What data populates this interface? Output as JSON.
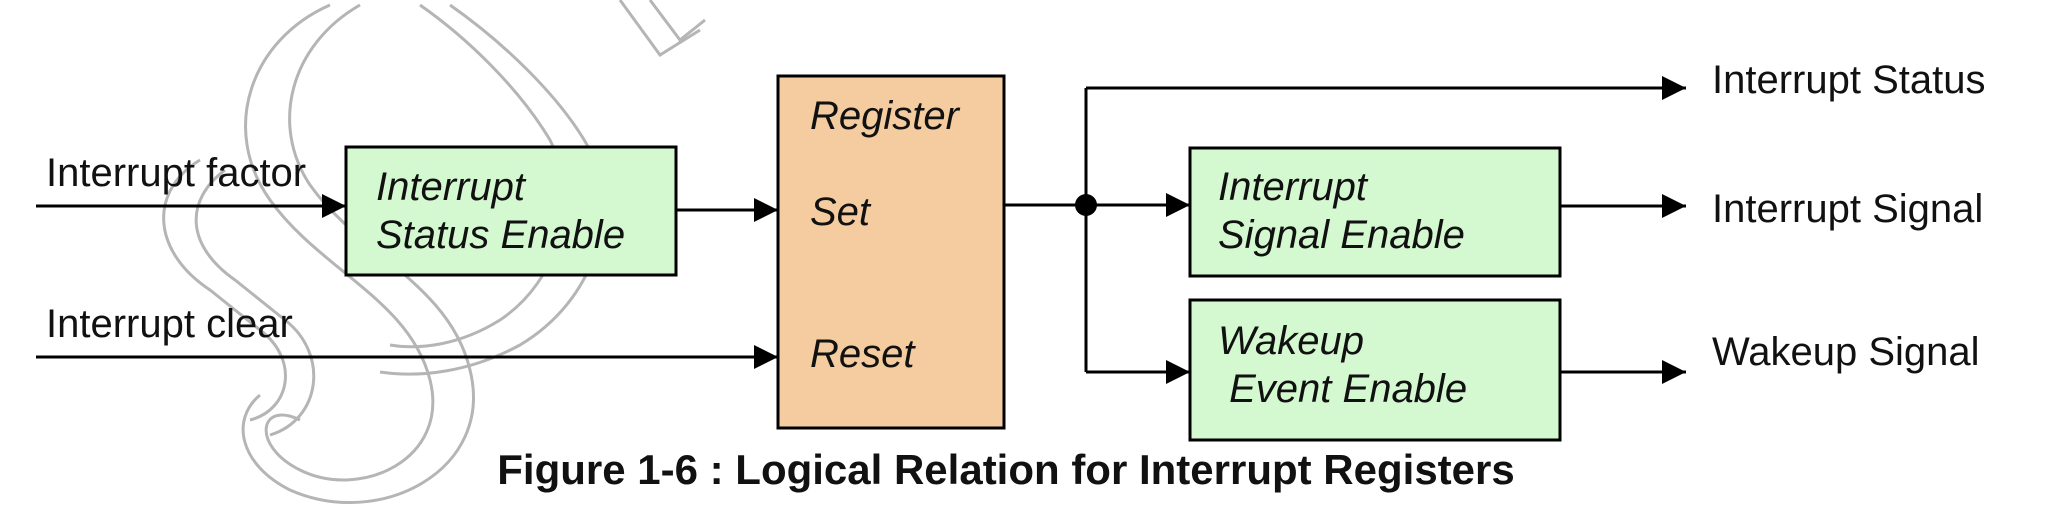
{
  "colors": {
    "green_fill": "#d4f8d0",
    "orange_fill": "#f5cc9f",
    "line": "#000000",
    "watermark": "#b5b5b5"
  },
  "watermark": {
    "text": "SD"
  },
  "inputs": {
    "interrupt_factor": "Interrupt factor",
    "interrupt_clear": "Interrupt clear"
  },
  "blocks": {
    "status_enable": {
      "line1": "Interrupt",
      "line2": "Status Enable"
    },
    "register": {
      "title": "Register",
      "set": "Set",
      "reset": "Reset"
    },
    "signal_enable": {
      "line1": "Interrupt",
      "line2": "Signal Enable"
    },
    "wakeup_enable": {
      "line1": "Wakeup",
      "line2": " Event Enable"
    }
  },
  "outputs": {
    "interrupt_status": "Interrupt Status",
    "interrupt_signal": "Interrupt Signal",
    "wakeup_signal": "Wakeup Signal"
  },
  "caption": "Figure 1-6 : Logical Relation for Interrupt Registers"
}
